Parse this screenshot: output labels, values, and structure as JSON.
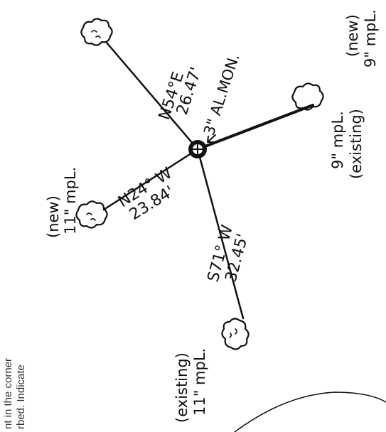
{
  "side_text": {
    "line1": "nt in the corner",
    "line2": "rbed. Indicate"
  },
  "monument": {
    "label": "3\" AL.MON."
  },
  "ties": [
    {
      "id": "ne",
      "bearing": "N54°E",
      "distance": "26.47'",
      "status": "(new)",
      "tree": "9\" mpL.",
      "icon": "tree-icon"
    },
    {
      "id": "nw",
      "bearing": "N24° W",
      "distance": "23.84'",
      "status": "(new)",
      "tree": "11\" mpL.",
      "icon": "tree-icon"
    },
    {
      "id": "sw",
      "bearing": "S71° W",
      "distance": "32.45'",
      "status": "(existing)",
      "tree": "11\" mpL.",
      "icon": "tree-icon"
    },
    {
      "id": "se",
      "bearing": "",
      "distance": "",
      "status": "(existing)",
      "tree": "9\" mpL.",
      "icon": "tree-icon"
    }
  ],
  "colors": {
    "ink": "#111111",
    "print": "#333333",
    "paper": "#ffffff"
  }
}
